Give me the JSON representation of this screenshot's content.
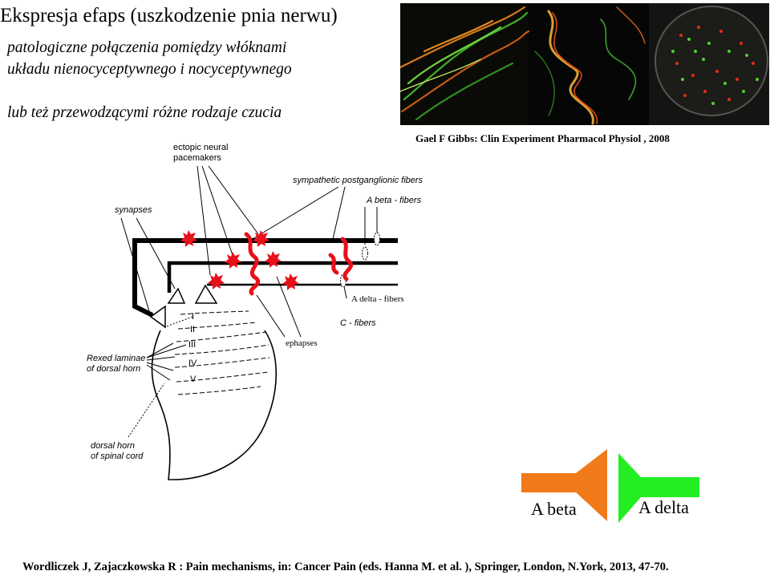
{
  "slide": {
    "title": "Ekspresja   efaps (uszkodzenie  pnia  nerwu)",
    "subtitle_line1": "patologiczne połączenia pomiędzy włóknami",
    "subtitle_line2": "układu nienocyceptywnego i nocyceptywnego",
    "subtitle_line3": "lub też przewodzącymi różne rodzaje czucia",
    "image_citation": "Gael F Gibbs: Clin Experiment Pharmacol Physiol , 2008",
    "footer_reference": "Wordliczek J, Zajaczkowska R : Pain mechanisms, in: Cancer Pain (eds. Hanna M. et al. ), Springer, London, N.York, 2013, 47-70."
  },
  "diagram": {
    "ectopic_line1": "ectopic  neural",
    "ectopic_line2": "pacemakers",
    "sympathetic": "sympathetic postganglionic fibers",
    "abeta_fibers": "A beta - fibers",
    "synapses": "synapses",
    "adelta_fibers": "A delta - fibers",
    "c_fibers": "C - fibers",
    "ephapses": "ephapses",
    "rexed_line1": "Rexed laminae",
    "rexed_line2": "of dorsal horn",
    "dorsal_line1": "dorsal  horn",
    "dorsal_line2": "of spinal cord",
    "laminae": [
      "I",
      "II",
      "III",
      "IV",
      "V"
    ]
  },
  "legend": {
    "abeta_label": "A beta",
    "adelta_label": "A delta",
    "abeta_color": "#f07a1a",
    "adelta_color": "#22ee22"
  },
  "colors": {
    "ephapse_red": "#e8101a",
    "fiber_black": "#000000"
  }
}
